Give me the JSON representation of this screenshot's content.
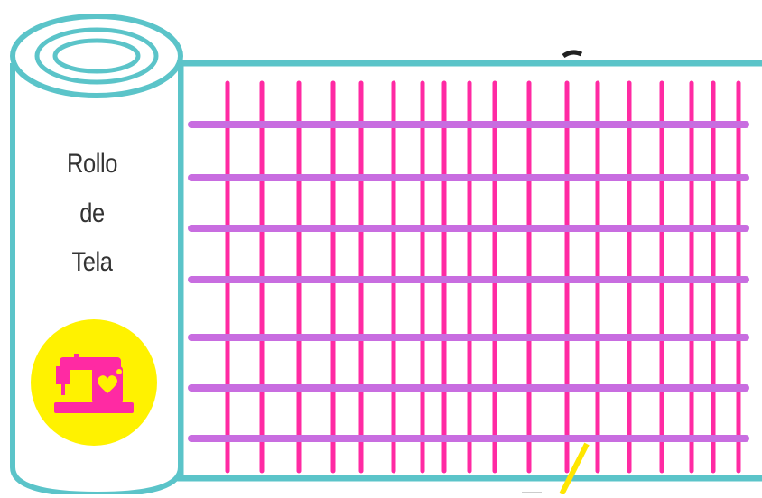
{
  "label": {
    "line1": "Rollo",
    "line2": "de",
    "line3": "Tela"
  },
  "colors": {
    "outline": "#5bc4c9",
    "warp_threads": "#ff2aa3",
    "weft_threads": "#c86de0",
    "badge_fill": "#fff200",
    "badge_icon": "#ff2aa3",
    "accent_line": "#ffe600",
    "label_text": "#333333"
  },
  "icons": {
    "badge": "sewing-machine-icon"
  },
  "threads": {
    "vertical_count": 18,
    "horizontal_count": 7
  }
}
